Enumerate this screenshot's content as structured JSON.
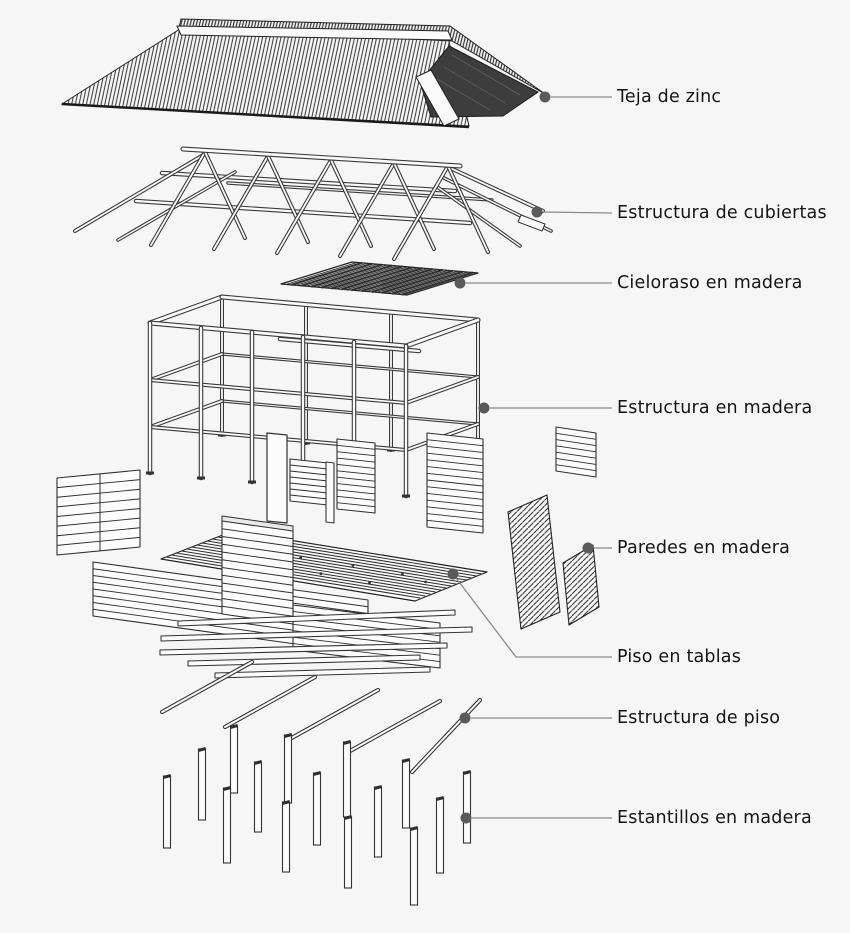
{
  "page": {
    "background_color": "#f6f6f6"
  },
  "diagram": {
    "type": "exploded-axonometric-construction-diagram",
    "language": "es",
    "parts": [
      {
        "id": "teja-de-zinc",
        "label": "Teja de zinc"
      },
      {
        "id": "estructura-de-cubiertas",
        "label": "Estructura de cubiertas"
      },
      {
        "id": "cieloraso-en-madera",
        "label": "Cieloraso en madera"
      },
      {
        "id": "estructura-en-madera",
        "label": "Estructura en madera"
      },
      {
        "id": "paredes-en-madera",
        "label": "Paredes en madera"
      },
      {
        "id": "piso-en-tablas",
        "label": "Piso en tablas"
      },
      {
        "id": "estructura-de-piso",
        "label": "Estructura de piso"
      },
      {
        "id": "estantillos-en-madera",
        "label": "Estantillos en madera"
      }
    ],
    "colors": {
      "ink": "#2a2a2a",
      "leader_line": "#8a8a8a",
      "anchor_dot": "#5a5a5a",
      "dark_roof_panel": "#3d3d3d",
      "label_text": "#141414",
      "background": "#f6f6f6"
    }
  }
}
